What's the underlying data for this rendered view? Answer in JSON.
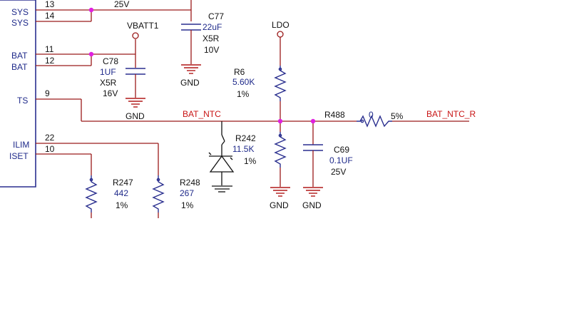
{
  "ic": {
    "pins": [
      {
        "name": "SYS",
        "number": "13"
      },
      {
        "name": "SYS",
        "number": "14"
      },
      {
        "name": "BAT",
        "number": "11"
      },
      {
        "name": "BAT",
        "number": "12"
      },
      {
        "name": "TS",
        "number": "9"
      },
      {
        "name": "ILIM",
        "number": "22"
      },
      {
        "name": "ISET",
        "number": "10"
      }
    ]
  },
  "nets": {
    "sys_voltage": "25V",
    "vbatt": "VBATT1",
    "ldo": "LDO",
    "bat_ntc": "BAT_NTC",
    "bat_ntc_r": "BAT_NTC_R"
  },
  "components": {
    "c77": {
      "ref": "C77",
      "value": "22uF",
      "dielectric": "X5R",
      "voltage": "10V",
      "gnd": "GND"
    },
    "c78": {
      "ref": "C78",
      "value": "1UF",
      "dielectric": "X5R",
      "voltage": "16V",
      "gnd": "GND"
    },
    "r6": {
      "ref": "R6",
      "value": "5.60K",
      "tolerance": "1%"
    },
    "r242": {
      "ref": "R242",
      "value": "11.5K",
      "tolerance": "1%",
      "gnd": "GND"
    },
    "c69": {
      "ref": "C69",
      "value": "0.1UF",
      "voltage": "25V",
      "gnd": "GND"
    },
    "r488": {
      "ref": "R488",
      "value": "0",
      "tolerance": "5%"
    },
    "r247": {
      "ref": "R247",
      "value": "442",
      "tolerance": "1%"
    },
    "r248": {
      "ref": "R248",
      "value": "267",
      "tolerance": "1%"
    }
  },
  "colors": {
    "wire": "#9a1a1a",
    "component": "#2a2f8f",
    "junction": "#e020e0",
    "net_label": "#c81414",
    "text": "#1f2a8a"
  }
}
